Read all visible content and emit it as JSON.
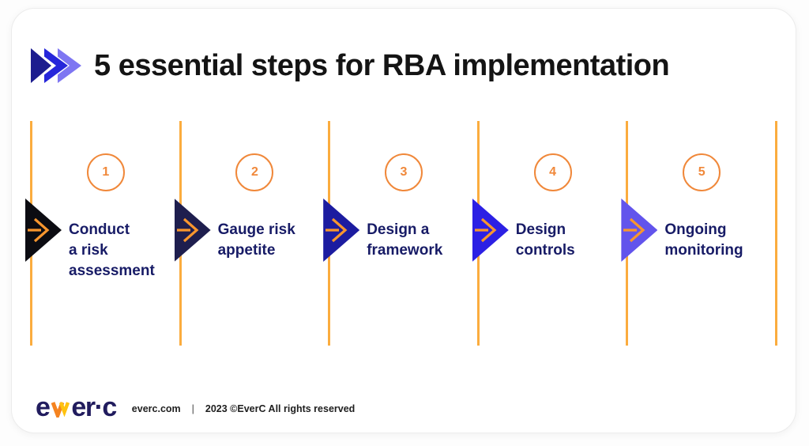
{
  "title": {
    "text": "5 essential steps for RBA implementation"
  },
  "title_chevrons": [
    {
      "name": "chevron-dark-blue",
      "color": "#1D1D8F"
    },
    {
      "name": "chevron-bright-blue",
      "color": "#2626DA"
    },
    {
      "name": "chevron-light-purple",
      "color": "#7E76F2"
    }
  ],
  "steps": [
    {
      "number": "1",
      "label": "Conduct\na risk\nassessment",
      "triangle_color": "#0C0C12"
    },
    {
      "number": "2",
      "label": "Gauge risk\nappetite",
      "triangle_color": "#1E1E4E"
    },
    {
      "number": "3",
      "label": "Design a\nframework",
      "triangle_color": "#1C1CA0"
    },
    {
      "number": "4",
      "label": "Design\ncontrols",
      "triangle_color": "#2C20E4"
    },
    {
      "number": "5",
      "label": "Ongoing\nmonitoring",
      "triangle_color": "#6254EC"
    }
  ],
  "colors": {
    "line_amber": "#FBAC3E",
    "circle_orange": "#F0883A",
    "arrow_orange": "#F8962E",
    "step_text_navy": "#171B66",
    "title_black": "#141414",
    "logo_navy": "#211C5E",
    "footer_text": "#1E1E1E",
    "logo_v_orange": "#F5831F",
    "logo_v_yellow": "#FFC20E"
  },
  "footer": {
    "logo_prefix": "e",
    "logo_suffix": "er·c",
    "site": "everc.com",
    "separator": "|",
    "copyright": "2023 ©EverC All rights reserved"
  }
}
